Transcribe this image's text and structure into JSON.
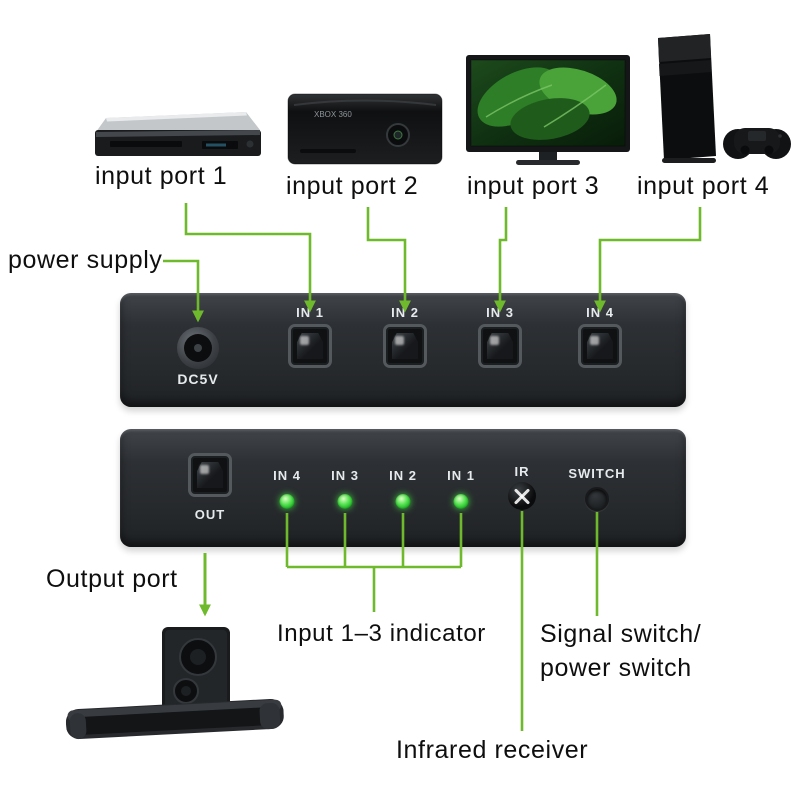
{
  "colors": {
    "accent_green": "#6fb92c",
    "led_green": "#3bd23b",
    "panel_dark": "#2b2e31",
    "text": "#0e0e0e"
  },
  "inputs": [
    "input port 1",
    "input port 2",
    "input port 3",
    "input port 4"
  ],
  "annotations": {
    "power_supply": "power supply",
    "output_port": "Output port",
    "input_indicator": "Input 1–3 indicator",
    "signal_switch_1": "Signal switch/",
    "signal_switch_2": "power switch",
    "infrared": "Infrared receiver"
  },
  "rear_panel": {
    "dc_label": "DC5V",
    "ports": [
      "IN 1",
      "IN 2",
      "IN 3",
      "IN 4"
    ]
  },
  "front_panel": {
    "out_label": "OUT",
    "leds": [
      "IN 4",
      "IN 3",
      "IN 2",
      "IN 1"
    ],
    "ir_label": "IR",
    "switch_label": "SWITCH"
  },
  "devices": {
    "xbox_text": "XBOX 360"
  }
}
